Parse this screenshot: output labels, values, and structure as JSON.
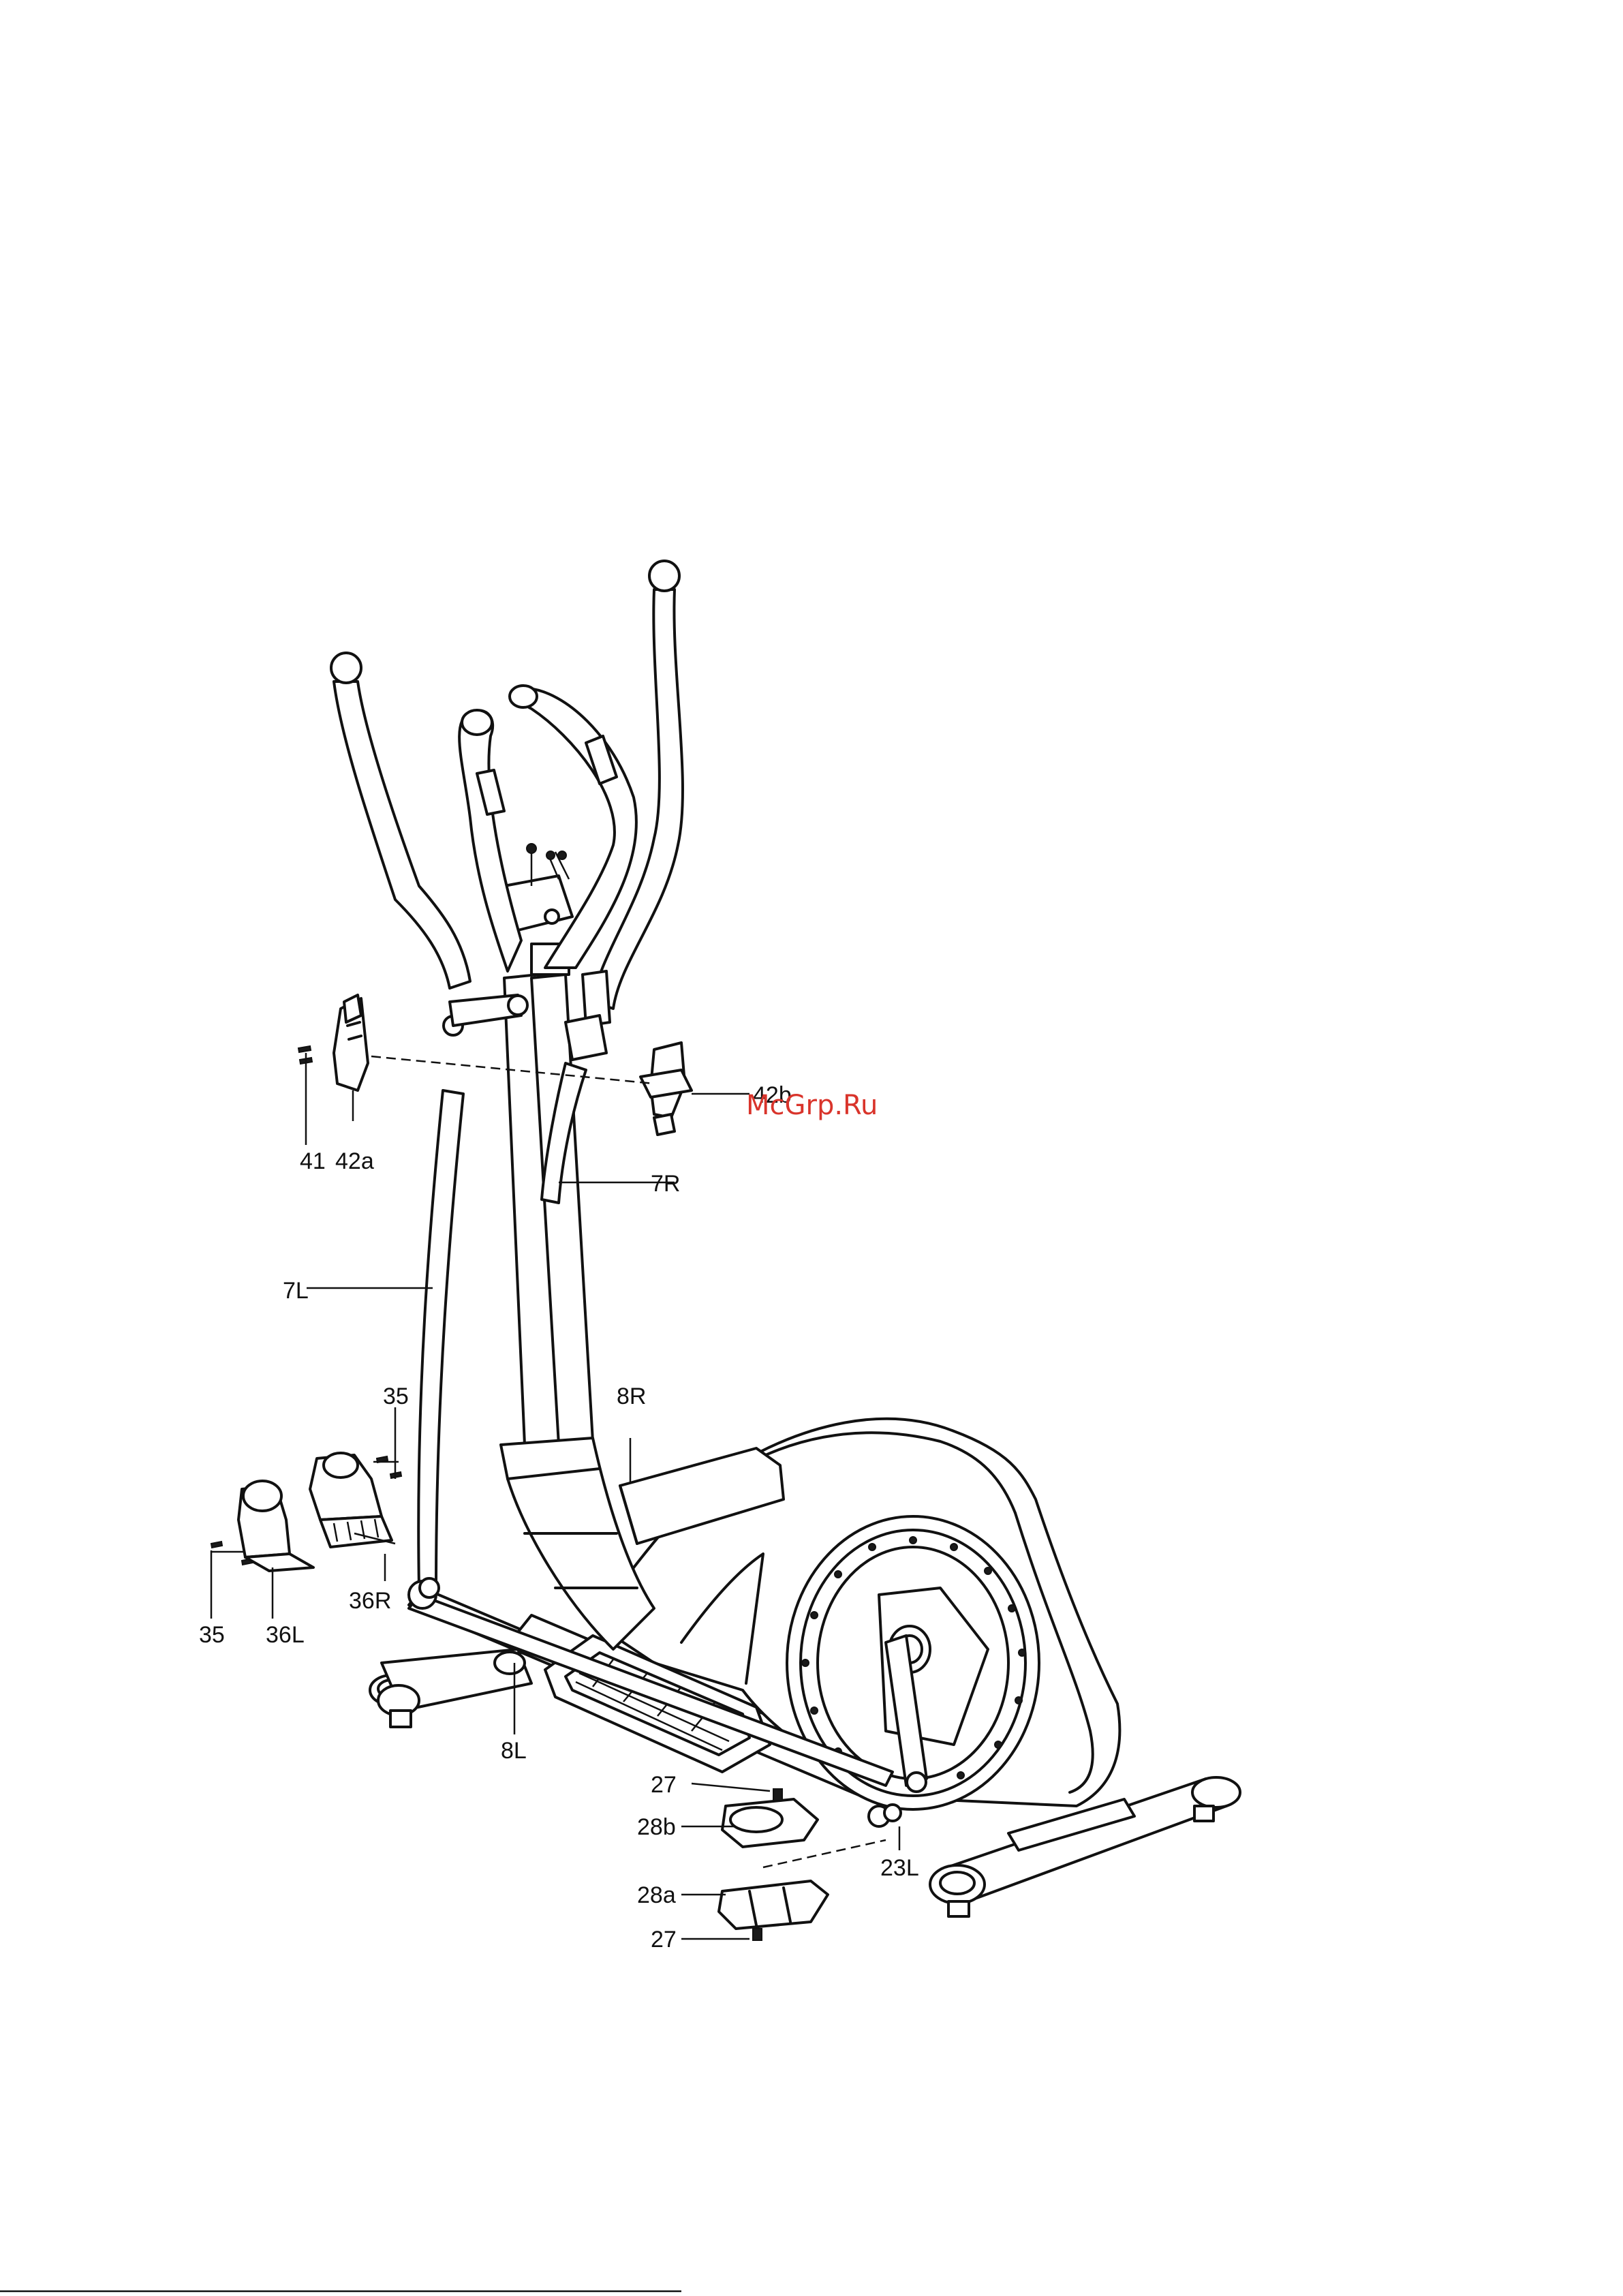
{
  "diagram": {
    "watermark": "McGrp.Ru",
    "watermark_color": "#d9342b",
    "labels": {
      "p41": "41",
      "p42a": "42a",
      "p42b": "42b",
      "p7R": "7R",
      "p7L": "7L",
      "p8R": "8R",
      "p8L": "8L",
      "p35_top": "35",
      "p35_bottom": "35",
      "p36L": "36L",
      "p36R": "36R",
      "p27_top": "27",
      "p27_bottom": "27",
      "p28a": "28a",
      "p28b": "28b",
      "p23L": "23L"
    }
  }
}
